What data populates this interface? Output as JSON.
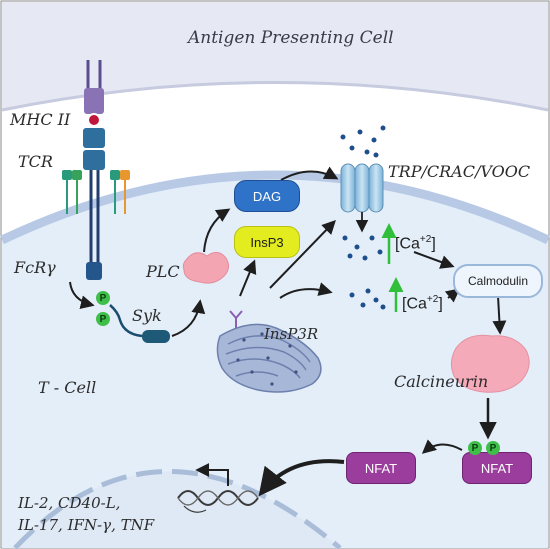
{
  "apc_label": "Antigen Presenting Cell",
  "tcell_label": "T - Cell",
  "receptors": {
    "mhc": "MHC II",
    "tcr": "TCR",
    "fcr": "FcRγ"
  },
  "enzymes": {
    "syk": "Syk",
    "plc": "PLC",
    "calcineurin": "Calcineurin",
    "insp3r": "InsP3R"
  },
  "messengers": {
    "dag": "DAG",
    "insp3": "InsP3"
  },
  "channel_label": "TRP/CRAC/VOOC",
  "calcium": {
    "top": "[Ca",
    "bottom": "[Ca",
    "sup": "+2",
    "close": "]"
  },
  "calmodulin": "Calmodulin",
  "nfat": {
    "phospho": "NFAT",
    "free": "NFAT"
  },
  "phospho_mark": "P",
  "genes": {
    "line1": "IL-2, CD40-L,",
    "line2": "IL-17, IFN-γ, TNF"
  },
  "colors": {
    "apc_fill": "#e6e8f4",
    "tcell_fill": "#e4eef9",
    "membrane": "#b8c9e6",
    "dag": "#2f73c9",
    "insp3": "#e3ec1e",
    "nfat": "#9a3d9c",
    "calcineurin": "#f4aab8",
    "plc": "#f3a5b2",
    "phospho": "#3fbf4a"
  }
}
